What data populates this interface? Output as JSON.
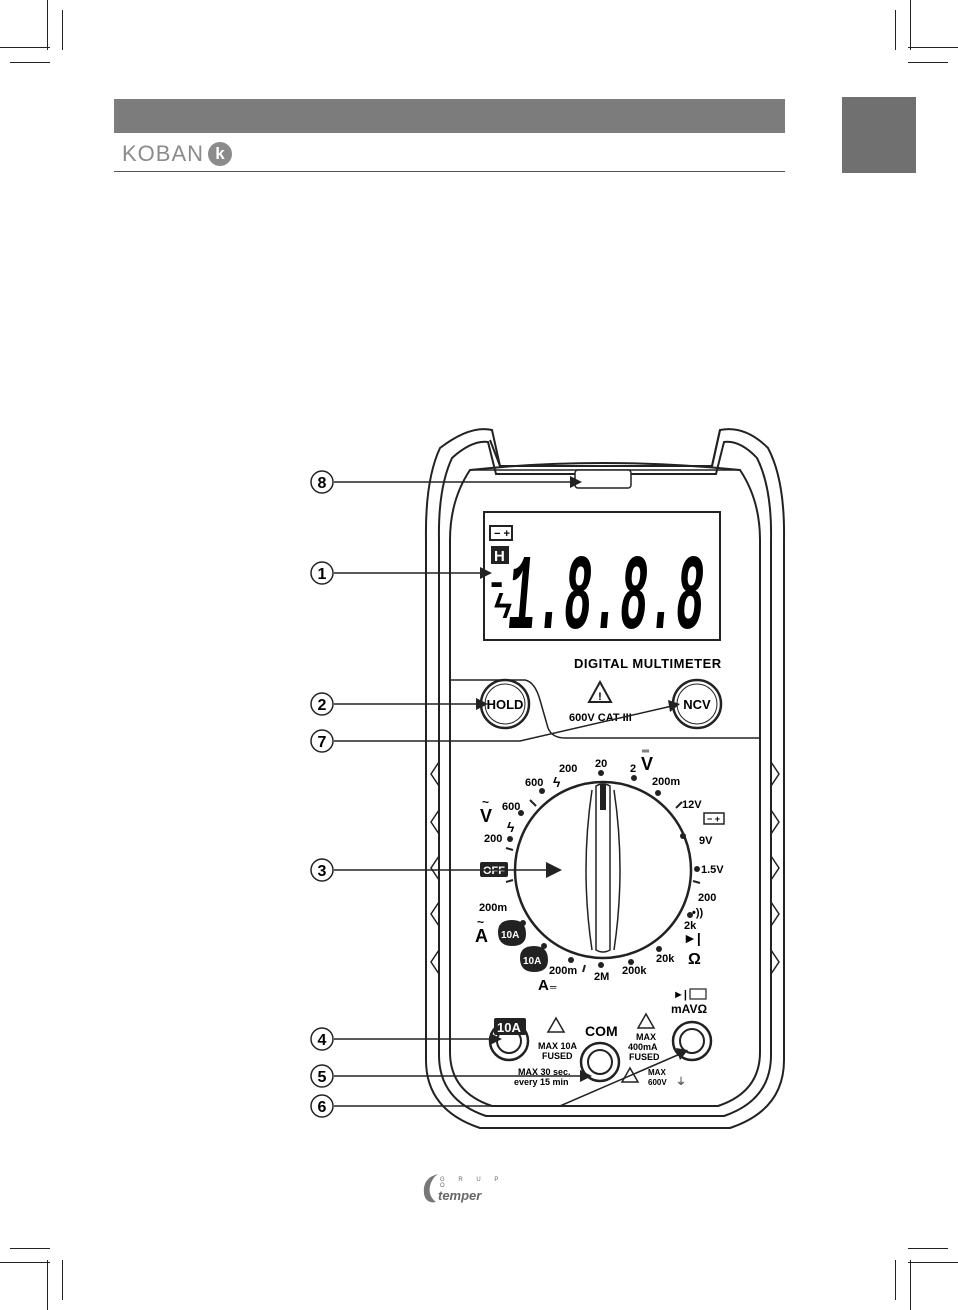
{
  "header": {
    "brand": "KOBAN",
    "brand_mark": "k"
  },
  "footer": {
    "group": "G R U P O",
    "name": "temper"
  },
  "device": {
    "lcd_digits": "1.8.8.8",
    "lcd_minus": "-",
    "lcd_hold": "H",
    "title": "DIGITAL MULTIMETER",
    "cat_rating": "600V CAT III",
    "hold_button": "HOLD",
    "ncv_button": "NCV",
    "off_label": "OFF",
    "dial_labels": [
      "20",
      "2",
      "200m",
      "12V",
      "9V",
      "1.5V",
      "200",
      "2k",
      "20k",
      "200k",
      "2M",
      "200m",
      "200m",
      "200",
      "600",
      "600",
      "200"
    ],
    "unit_vdc": "V",
    "unit_vac": "V",
    "unit_aac": "A",
    "unit_adc": "A",
    "unit_ohm": "Ω",
    "badge_10a": "10A",
    "jack_10a_label": "10A",
    "jack_10a_warn1": "MAX 10A",
    "jack_10a_warn2": "FUSED",
    "jack_com_label": "COM",
    "jack_com_note1": "MAX 30 sec.",
    "jack_com_note2": "every 15 min",
    "jack_mav_label": "mAVΩ",
    "jack_mav_warn1": "MAX",
    "jack_mav_warn2": "400mA",
    "jack_mav_warn3": "FUSED",
    "jack_max1": "MAX",
    "jack_max2": "600V"
  },
  "callouts": [
    "8",
    "1",
    "2",
    "7",
    "3",
    "4",
    "5",
    "6"
  ]
}
